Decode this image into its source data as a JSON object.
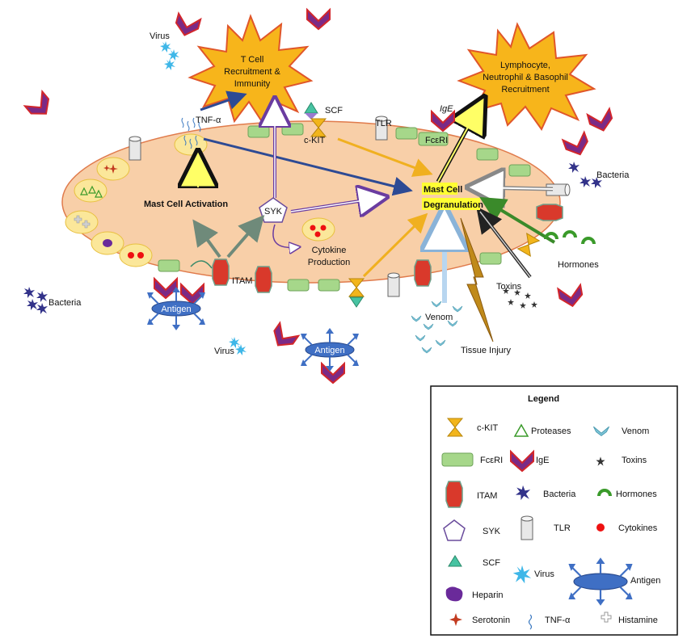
{
  "labels": {
    "t_cell": [
      "T Cell",
      "Recruitment &",
      "Immunity"
    ],
    "lymphocyte": [
      "Lymphocyte,",
      "Neutrophil & Basophil",
      "Recruitment"
    ],
    "virus_top": "Virus",
    "virus_bottom": "Virus",
    "tnf": "TNF-α",
    "scf": "SCF",
    "ckit": "c-KIT",
    "ige": "IgE",
    "tlr": "TLR",
    "fceri": "FcεRI",
    "bacteria_right": "Bacteria",
    "bacteria_left": "Bacteria",
    "mast_cell_activation": "Mast Cell Activation",
    "syk": "SYK",
    "cytokine": [
      "Cytokine",
      "Production"
    ],
    "degranulation": [
      "Mast Cell",
      "Degranulation"
    ],
    "itam": "ITAM",
    "antigen": "Antigen",
    "hormones": "Hormones",
    "toxins": "Toxins",
    "venom": "Venom",
    "tissue_injury": "Tissue Injury"
  },
  "legend": {
    "title": "Legend",
    "items": {
      "ckit": "c-KIT",
      "proteases": "Proteases",
      "venom": "Venom",
      "fceri": "FcεRI",
      "ige": "IgE",
      "toxins": "Toxins",
      "itam": "ITAM",
      "bacteria": "Bacteria",
      "hormones": "Hormones",
      "syk": "SYK",
      "tlr": "TLR",
      "cytokines": "Cytokines",
      "scf": "SCF",
      "virus": "Virus",
      "antigen": "Antigen",
      "heparin": "Heparin",
      "serotonin": "Serotonin",
      "tnf": "TNF-α",
      "histamine": "Histamine"
    }
  },
  "colors": {
    "cell_fill": "#f8cfa8",
    "cell_stroke": "#e07b4c",
    "fceri": "#a6d78a",
    "itam": "#d9392b",
    "ckit": "#f2b51c",
    "syk": "#6a4c9c",
    "ige": "#7b2a86",
    "ige_border": "#d2262b",
    "bacteria": "#33338a",
    "virus": "#3fb7e8",
    "hormones": "#3a9a2a",
    "antigen": "#3f6fc4",
    "burst": "#f7b51b",
    "highlight": "#ffff33",
    "arrow_blue": "#2d4a94",
    "arrow_gold": "#f0b020",
    "arrow_purple": "#6a3ca0",
    "arrow_green_grey": "#6f8a7a",
    "arrow_green": "#3a8a2a",
    "arrow_light_blue": "#b8d6f0"
  }
}
